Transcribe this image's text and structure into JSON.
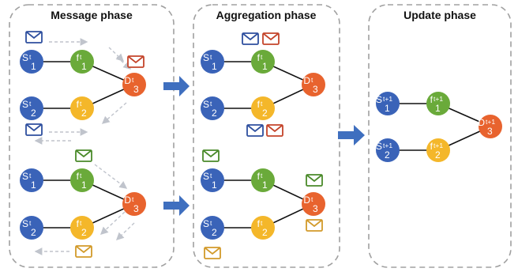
{
  "phases": [
    {
      "id": "message",
      "title": "Message phase"
    },
    {
      "id": "aggregation",
      "title": "Aggregation phase"
    },
    {
      "id": "update",
      "title": "Update phase"
    }
  ],
  "node_labels": {
    "s1": {
      "base": "S",
      "sup": "t",
      "sub": "1"
    },
    "s2": {
      "base": "S",
      "sup": "t",
      "sub": "2"
    },
    "f1": {
      "base": "f",
      "sup": "t",
      "sub": "1"
    },
    "f2": {
      "base": "f",
      "sup": "t",
      "sub": "2"
    },
    "d3": {
      "base": "D",
      "sup": "t",
      "sub": "3"
    },
    "s1_next": {
      "base": "S",
      "sup": "t+1",
      "sub": "1"
    },
    "s2_next": {
      "base": "S",
      "sup": "t+1",
      "sub": "2"
    },
    "f1_next": {
      "base": "f",
      "sup": "t+1",
      "sub": "1"
    },
    "f2_next": {
      "base": "f",
      "sup": "t+1",
      "sub": "2"
    },
    "d3_next": {
      "base": "D",
      "sup": "t+1",
      "sub": "3"
    }
  },
  "colors": {
    "s_node": "#3a63b8",
    "f_node": "#6aaa3a",
    "f2_node": "#f4b72a",
    "d_node": "#e8632e",
    "edge": "#111111",
    "phase_border": "#a0a0a0",
    "phase_arrow": "#3f6fbf",
    "msg_blue": "#2e4f9e",
    "msg_red": "#c4442a",
    "msg_green": "#4a8a2a",
    "msg_orange": "#d29a2a",
    "dashed_arrow": "#c0c4cc"
  },
  "icons": [
    "message-envelope-icon",
    "phase-arrow-icon"
  ]
}
